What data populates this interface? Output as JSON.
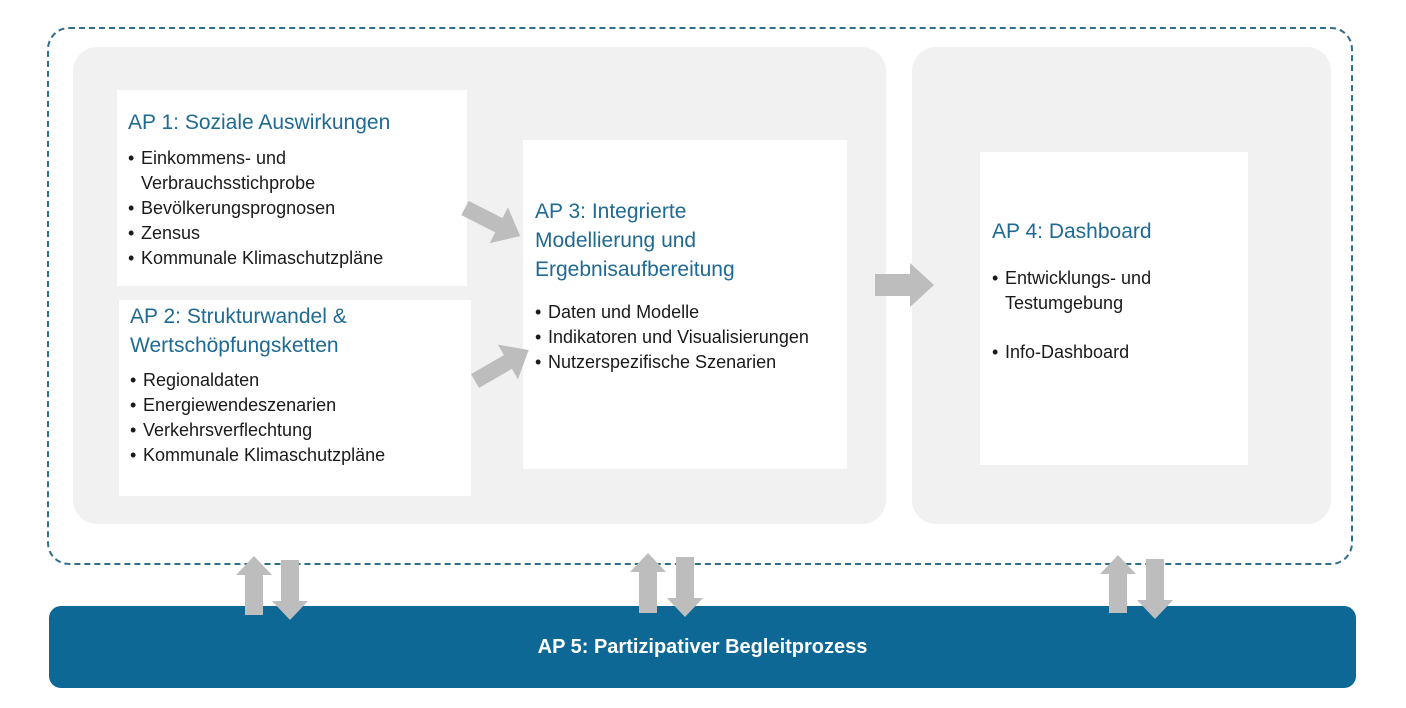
{
  "ap1": {
    "title": "AP 1: Soziale Auswirkungen",
    "items": [
      "Einkommens- und\nVerbrauchsstichprobe",
      "Bevölkerungsprognosen",
      "Zensus",
      "Kommunale Klimaschutzpläne"
    ]
  },
  "ap2": {
    "title": "AP 2: Strukturwandel &\nWertschöpfungsketten",
    "items": [
      "Regionaldaten",
      "Energiewendeszenarien",
      "Verkehrsverflechtung",
      "Kommunale Klimaschutzpläne"
    ]
  },
  "ap3": {
    "title": "AP 3: Integrierte\nModellierung und\nErgebnisaufbereitung",
    "items": [
      "Daten und Modelle",
      "Indikatoren und Visualisierungen",
      "Nutzerspezifische Szenarien"
    ]
  },
  "ap4": {
    "title": "AP 4: Dashboard",
    "items": [
      "Entwicklungs- und\nTestumgebung",
      "Info-Dashboard"
    ]
  },
  "ap5": {
    "title": "AP 5: Partizipativer Begleitprozess"
  },
  "colors": {
    "accent_blue": "#1f6a93",
    "bar_blue": "#0e6896",
    "panel_gray": "#f1f1f1",
    "arrow_gray": "#bdbdbd"
  }
}
